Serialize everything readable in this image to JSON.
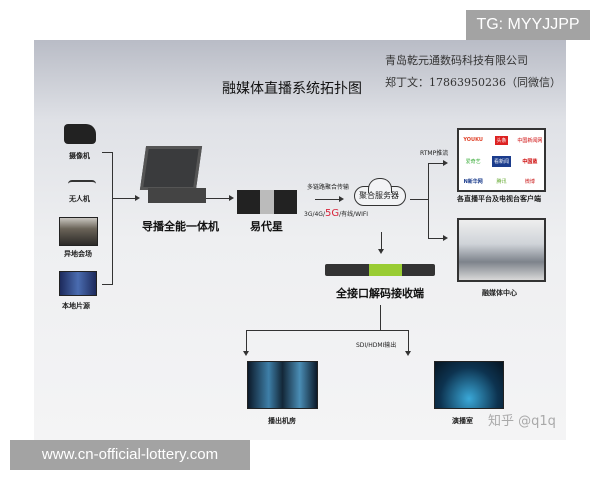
{
  "title": "融媒体直播系统拓扑图",
  "company": {
    "name": "青岛乾元通数码科技有限公司",
    "contact": "郑丁文：17863950236（同微信）"
  },
  "sources": [
    {
      "label": "摄像机",
      "icon": "camera-icon"
    },
    {
      "label": "无人机",
      "icon": "drone-icon"
    },
    {
      "label": "异地会场",
      "icon": "venue-image"
    },
    {
      "label": "本地片源",
      "icon": "local-video-image"
    }
  ],
  "nodes": {
    "director": "导播全能一体机",
    "yidaixing": "易代星",
    "server": "聚合服务器",
    "decoder": "全接口解码接收端",
    "platforms": "各直播平台及电视台客户端",
    "media_center": "融媒体中心",
    "broadcast_room": "播出机房",
    "studio": "演播室"
  },
  "links": {
    "aggregation": "多链路聚合传输",
    "networks_prefix": "3G/4G/",
    "networks_5g": "5G",
    "networks_suffix": "/有线/WIFI",
    "rtmp": "RTMP推流",
    "sdi": "SDI/HDMI输出"
  },
  "platform_logos": [
    "YOUKU",
    "头条",
    "中国新闻网",
    "爱奇艺",
    "看新闻",
    "中国蓝",
    "N新华网",
    "腾讯",
    "微博"
  ],
  "colors": {
    "accent_5g": "#d8233a",
    "badge": "#a3a3a3"
  },
  "watermarks": {
    "tg": "TG: MYYJJPP",
    "url": "www.cn-official-lottery.com",
    "zhihu": "知乎 @q1q"
  }
}
